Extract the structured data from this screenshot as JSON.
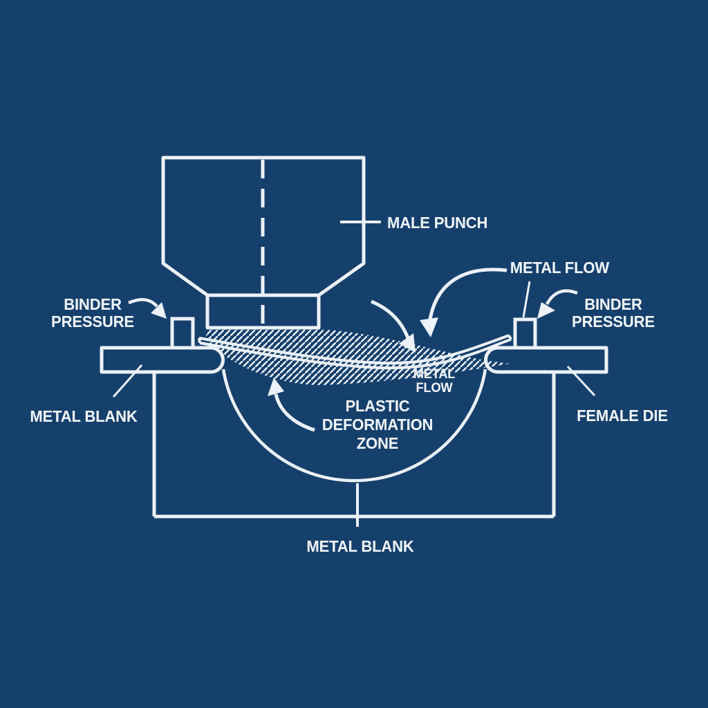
{
  "canvas": {
    "background_color": "#16406C",
    "line_color": "#ECF2F8",
    "text_color": "#F1F6FB"
  },
  "figure": {
    "title": "deep-drawing metal forming cross-section diagram",
    "style": "blueprint line art"
  },
  "labels": {
    "male_punch": {
      "text": "MALE PUNCH"
    },
    "metal_flow_upper": {
      "text": "METAL FLOW"
    },
    "binder_pressure_left": {
      "line1": "BINDER",
      "line2": "PRESSURE"
    },
    "binder_pressure_right": {
      "line1": "BINDER",
      "line2": "PRESSURE"
    },
    "metal_blank_left": {
      "text": "METAL BLANK"
    },
    "female_die": {
      "text": "FEMALE DIE"
    },
    "metal_flow_small": {
      "line1": "METAL",
      "line2": "FLOW"
    },
    "plastic_deformation_zone": {
      "line1": "PLASTIC",
      "line2": "DEFORMATION",
      "line3": "ZONE"
    },
    "metal_blank_bottom": {
      "text": "METAL BLANK"
    }
  }
}
